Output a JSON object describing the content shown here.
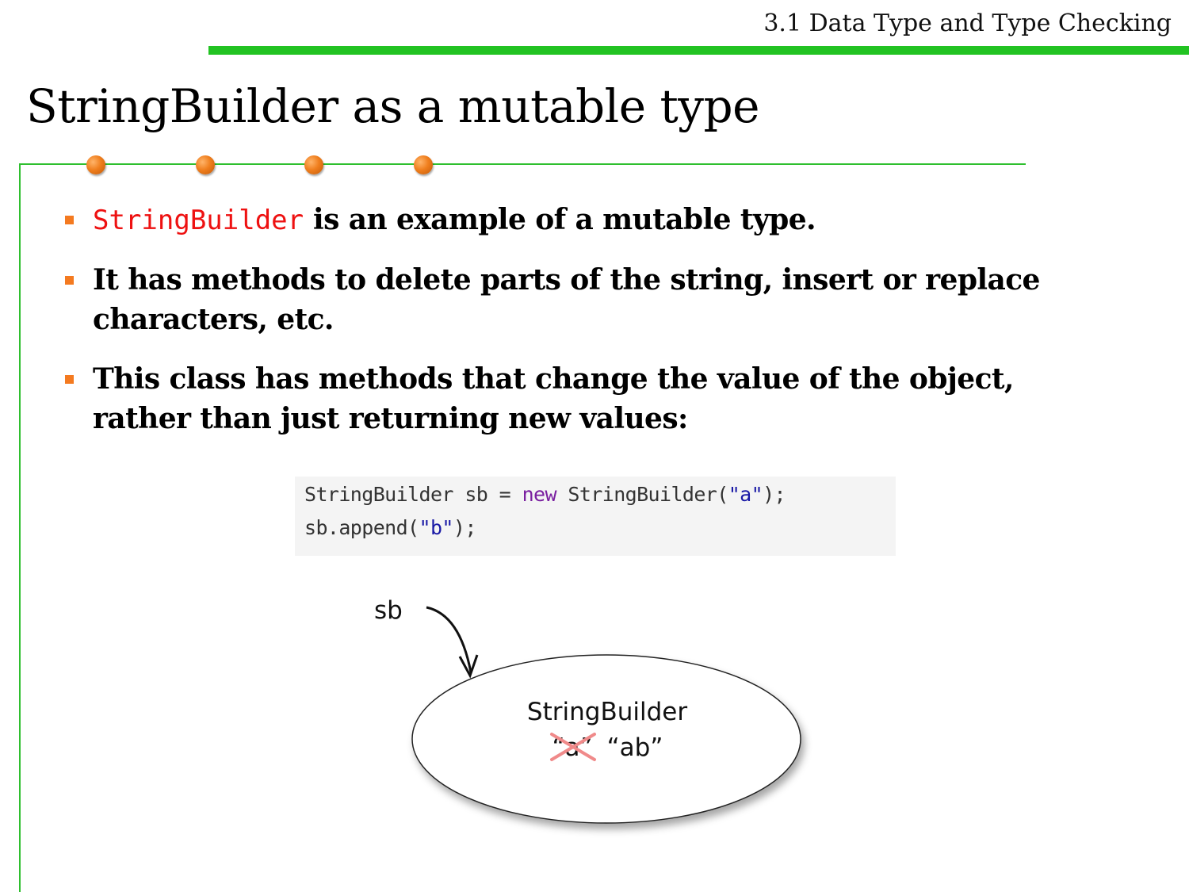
{
  "header": {
    "section_title": "3.1 Data Type and Type Checking",
    "accent_color": "#22c322"
  },
  "slide": {
    "title": "StringBuilder as a mutable type"
  },
  "bullets": [
    {
      "code": "StringBuilder",
      "text": " is an example of a mutable type."
    },
    {
      "text": "It has methods to delete parts of the string, insert or replace characters, etc."
    },
    {
      "text": "This class has methods that change the value of the object, rather than just returning new values:"
    }
  ],
  "code": {
    "line1": {
      "t1": "StringBuilder sb = ",
      "kw": "new",
      "t2": " StringBuilder(",
      "str": "\"a\"",
      "t3": ");"
    },
    "line2": {
      "t1": "sb.append(",
      "str": "\"b\"",
      "t2": ");"
    }
  },
  "diagram": {
    "variable": "sb",
    "object_type": "StringBuilder",
    "old_value": "“a”",
    "new_value": "“ab”"
  }
}
